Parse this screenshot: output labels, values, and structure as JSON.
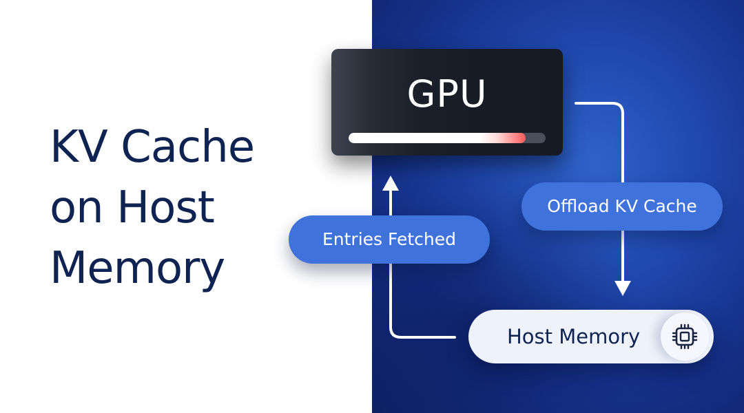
{
  "headline": {
    "line1": "KV Cache",
    "line2": "on Host",
    "line3": "Memory"
  },
  "gpu": {
    "label": "GPU",
    "usage_fraction": 0.9
  },
  "offload_label": "Offload KV Cache",
  "fetched_label": "Entries Fetched",
  "host": {
    "label": "Host Memory",
    "icon": "chip-icon"
  },
  "colors": {
    "headline": "#0f2352",
    "background_blue": "#1f47ad",
    "pill_blue": "#3f73db",
    "gpu_card": "#1a1e28",
    "host_card": "#eef2fb",
    "usage_red": "#ff5a5a"
  }
}
